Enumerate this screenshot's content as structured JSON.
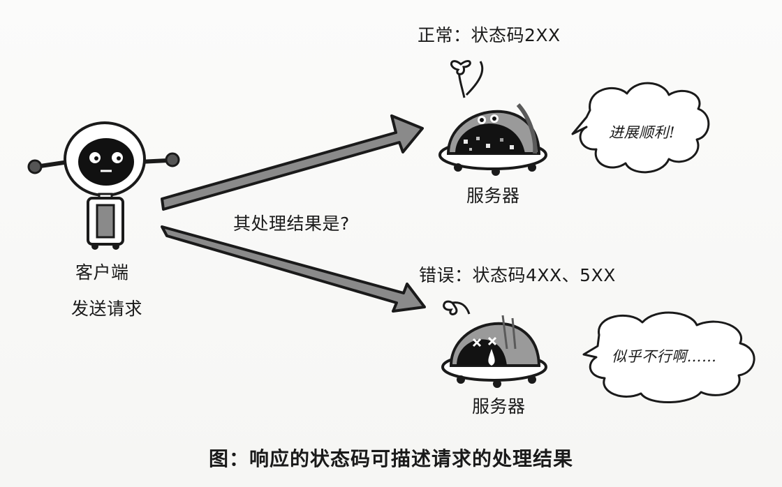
{
  "labels": {
    "status_ok": "正常：状态码2XX",
    "status_error": "错误：状态码4XX、5XX",
    "server_top": "服务器",
    "server_bottom": "服务器",
    "client": "客户端",
    "client_action": "发送请求",
    "question": "其处理结果是?",
    "bubble_ok": "进展顺利!",
    "bubble_error": "似乎不行啊……",
    "caption": "图：响应的状态码可描述请求的处理结果"
  },
  "colors": {
    "arrow_fill": "#8a8a8a",
    "arrow_stroke": "#1a1a1a",
    "screen": "#1a1a1a",
    "dome": "#9a9a9a",
    "body": "#ffffff"
  },
  "icons": {
    "client": "robot-client-icon",
    "server_ok": "dome-server-happy-icon",
    "server_error": "dome-server-broken-icon"
  }
}
